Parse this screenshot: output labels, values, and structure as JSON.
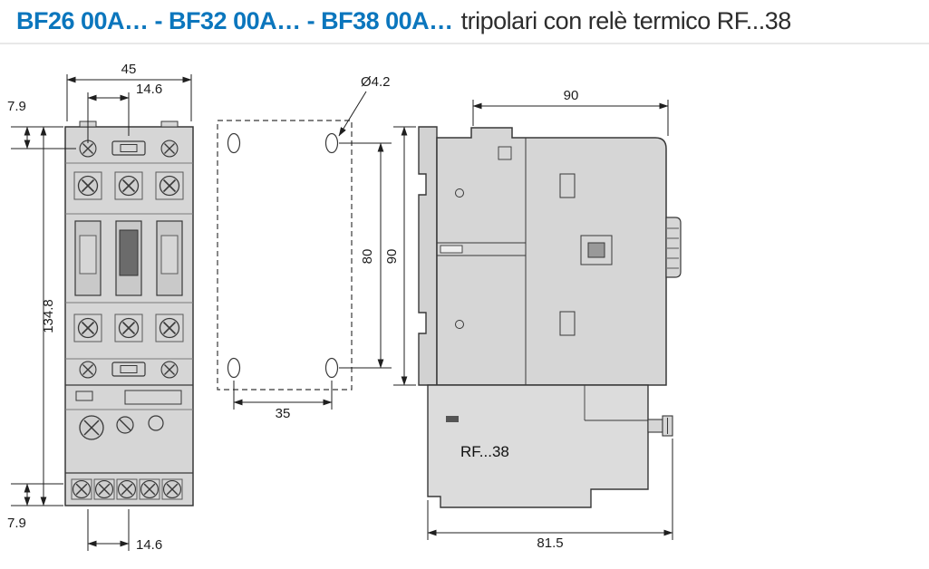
{
  "header": {
    "models": "BF26 00A… - BF32 00A… - BF38 00A…",
    "subtitle": "tripolari con relè termico RF...38"
  },
  "colors": {
    "accent_blue": "#0b76bd",
    "body_gray": "#d6d6d6",
    "line": "#383838"
  },
  "front_view": {
    "width": "45",
    "offset_top": "14.6",
    "margin_top": "7.9",
    "height": "134.8",
    "margin_bottom": "7.9",
    "offset_bottom": "14.6"
  },
  "drill_plan": {
    "hole_diameter": "Ø4.2",
    "vertical_pitch": "80",
    "horizontal_pitch": "35"
  },
  "side_view": {
    "width": "90",
    "height": "90",
    "depth": "81.5",
    "relay_label": "RF...38"
  }
}
